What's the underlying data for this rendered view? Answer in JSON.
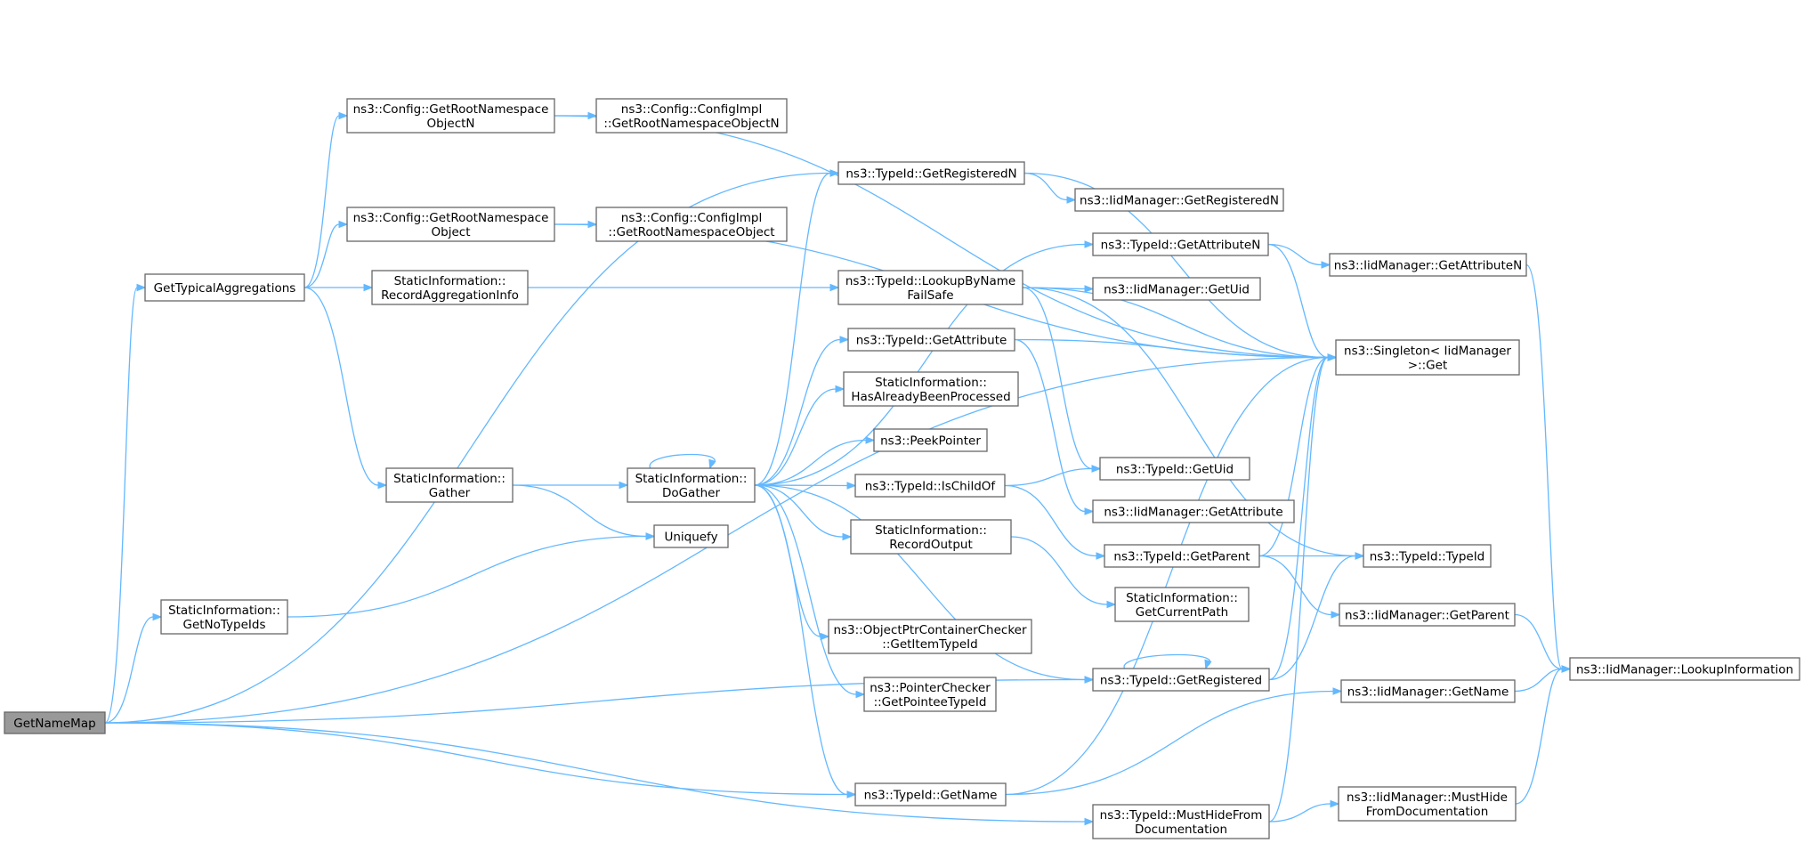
{
  "nodes": [
    {
      "id": "getnamemap",
      "lines": [
        "GetNameMap"
      ],
      "root": true
    },
    {
      "id": "gettypicalaggregations",
      "lines": [
        "GetTypicalAggregations"
      ]
    },
    {
      "id": "config-getrootnamespaceobjectn",
      "lines": [
        "ns3::Config::GetRootNamespace",
        "ObjectN"
      ]
    },
    {
      "id": "configimpl-getrootnamespaceobjectn",
      "lines": [
        "ns3::Config::ConfigImpl",
        "::GetRootNamespaceObjectN"
      ]
    },
    {
      "id": "config-getrootnamespaceobject",
      "lines": [
        "ns3::Config::GetRootNamespace",
        "Object"
      ]
    },
    {
      "id": "configimpl-getrootnamespaceobject",
      "lines": [
        "ns3::Config::ConfigImpl",
        "::GetRootNamespaceObject"
      ]
    },
    {
      "id": "staticinformation-recordaggregationinfo",
      "lines": [
        "StaticInformation::",
        "RecordAggregationInfo"
      ]
    },
    {
      "id": "staticinformation-gather",
      "lines": [
        "StaticInformation::",
        "Gather"
      ]
    },
    {
      "id": "staticinformation-dogather",
      "lines": [
        "StaticInformation::",
        "DoGather"
      ]
    },
    {
      "id": "uniquefy",
      "lines": [
        "Uniquefy"
      ]
    },
    {
      "id": "staticinformation-getnotypeids",
      "lines": [
        "StaticInformation::",
        "GetNoTypeIds"
      ]
    },
    {
      "id": "typeid-getregisteredn",
      "lines": [
        "ns3::TypeId::GetRegisteredN"
      ]
    },
    {
      "id": "iidmanager-getregisteredn",
      "lines": [
        "ns3::IidManager::GetRegisteredN"
      ]
    },
    {
      "id": "typeid-getattributen",
      "lines": [
        "ns3::TypeId::GetAttributeN"
      ]
    },
    {
      "id": "iidmanager-getattributen",
      "lines": [
        "ns3::IidManager::GetAttributeN"
      ]
    },
    {
      "id": "typeid-lookupbynamefailsafe",
      "lines": [
        "ns3::TypeId::LookupByName",
        "FailSafe"
      ]
    },
    {
      "id": "iidmanager-getuid",
      "lines": [
        "ns3::IidManager::GetUid"
      ]
    },
    {
      "id": "typeid-getattribute",
      "lines": [
        "ns3::TypeId::GetAttribute"
      ]
    },
    {
      "id": "singleton-iidmanager-get",
      "lines": [
        "ns3::Singleton< IidManager",
        ">::Get"
      ]
    },
    {
      "id": "staticinformation-hasalreadybeenprocessed",
      "lines": [
        "StaticInformation::",
        "HasAlreadyBeenProcessed"
      ]
    },
    {
      "id": "peekpointer",
      "lines": [
        "ns3::PeekPointer"
      ]
    },
    {
      "id": "typeid-ischildof",
      "lines": [
        "ns3::TypeId::IsChildOf"
      ]
    },
    {
      "id": "typeid-getuid",
      "lines": [
        "ns3::TypeId::GetUid"
      ]
    },
    {
      "id": "iidmanager-getattribute",
      "lines": [
        "ns3::IidManager::GetAttribute"
      ]
    },
    {
      "id": "staticinformation-recordoutput",
      "lines": [
        "StaticInformation::",
        "RecordOutput"
      ]
    },
    {
      "id": "typeid-getparent",
      "lines": [
        "ns3::TypeId::GetParent"
      ]
    },
    {
      "id": "typeid-typeid",
      "lines": [
        "ns3::TypeId::TypeId"
      ]
    },
    {
      "id": "staticinformation-getcurrentpath",
      "lines": [
        "StaticInformation::",
        "GetCurrentPath"
      ]
    },
    {
      "id": "iidmanager-getparent",
      "lines": [
        "ns3::IidManager::GetParent"
      ]
    },
    {
      "id": "objectptrcontainerchecker-getitemtypeid",
      "lines": [
        "ns3::ObjectPtrContainerChecker",
        "::GetItemTypeId"
      ]
    },
    {
      "id": "pointerchecker-getpointeetypeid",
      "lines": [
        "ns3::PointerChecker",
        "::GetPointeeTypeId"
      ]
    },
    {
      "id": "typeid-getregistered",
      "lines": [
        "ns3::TypeId::GetRegistered"
      ]
    },
    {
      "id": "iidmanager-lookupinformation",
      "lines": [
        "ns3::IidManager::LookupInformation"
      ]
    },
    {
      "id": "iidmanager-getname",
      "lines": [
        "ns3::IidManager::GetName"
      ]
    },
    {
      "id": "typeid-getname",
      "lines": [
        "ns3::TypeId::GetName"
      ]
    },
    {
      "id": "typeid-musthidefromdocumentation",
      "lines": [
        "ns3::TypeId::MustHideFrom",
        "Documentation"
      ]
    },
    {
      "id": "iidmanager-musthidefromdocumentation",
      "lines": [
        "ns3::IidManager::MustHide",
        "FromDocumentation"
      ]
    }
  ],
  "edges": [
    [
      "getnamemap",
      "gettypicalaggregations"
    ],
    [
      "getnamemap",
      "typeid-getregisteredn"
    ],
    [
      "getnamemap",
      "singleton-iidmanager-get"
    ],
    [
      "getnamemap",
      "staticinformation-getnotypeids"
    ],
    [
      "getnamemap",
      "typeid-getregistered"
    ],
    [
      "getnamemap",
      "typeid-getname"
    ],
    [
      "getnamemap",
      "typeid-musthidefromdocumentation"
    ],
    [
      "gettypicalaggregations",
      "config-getrootnamespaceobjectn"
    ],
    [
      "gettypicalaggregations",
      "config-getrootnamespaceobject"
    ],
    [
      "gettypicalaggregations",
      "staticinformation-recordaggregationinfo"
    ],
    [
      "gettypicalaggregations",
      "staticinformation-gather"
    ],
    [
      "config-getrootnamespaceobjectn",
      "configimpl-getrootnamespaceobjectn"
    ],
    [
      "config-getrootnamespaceobjectn",
      "singleton-iidmanager-get"
    ],
    [
      "config-getrootnamespaceobject",
      "configimpl-getrootnamespaceobject"
    ],
    [
      "config-getrootnamespaceobject",
      "singleton-iidmanager-get"
    ],
    [
      "staticinformation-recordaggregationinfo",
      "typeid-lookupbynamefailsafe"
    ],
    [
      "staticinformation-gather",
      "staticinformation-dogather"
    ],
    [
      "staticinformation-gather",
      "uniquefy"
    ],
    [
      "staticinformation-getnotypeids",
      "uniquefy"
    ],
    [
      "staticinformation-dogather",
      "staticinformation-dogather"
    ],
    [
      "staticinformation-dogather",
      "typeid-getregisteredn"
    ],
    [
      "staticinformation-dogather",
      "typeid-getattributen"
    ],
    [
      "staticinformation-dogather",
      "typeid-getattribute"
    ],
    [
      "staticinformation-dogather",
      "staticinformation-hasalreadybeenprocessed"
    ],
    [
      "staticinformation-dogather",
      "peekpointer"
    ],
    [
      "staticinformation-dogather",
      "typeid-ischildof"
    ],
    [
      "staticinformation-dogather",
      "staticinformation-recordoutput"
    ],
    [
      "staticinformation-dogather",
      "objectptrcontainerchecker-getitemtypeid"
    ],
    [
      "staticinformation-dogather",
      "pointerchecker-getpointeetypeid"
    ],
    [
      "staticinformation-dogather",
      "typeid-getregistered"
    ],
    [
      "staticinformation-dogather",
      "typeid-getname"
    ],
    [
      "typeid-getregisteredn",
      "iidmanager-getregisteredn"
    ],
    [
      "typeid-getregisteredn",
      "singleton-iidmanager-get"
    ],
    [
      "typeid-getattributen",
      "iidmanager-getattributen"
    ],
    [
      "typeid-getattributen",
      "singleton-iidmanager-get"
    ],
    [
      "iidmanager-getattributen",
      "iidmanager-lookupinformation"
    ],
    [
      "typeid-lookupbynamefailsafe",
      "iidmanager-getuid"
    ],
    [
      "typeid-lookupbynamefailsafe",
      "singleton-iidmanager-get"
    ],
    [
      "typeid-lookupbynamefailsafe",
      "typeid-getuid"
    ],
    [
      "typeid-lookupbynamefailsafe",
      "typeid-typeid"
    ],
    [
      "typeid-getattribute",
      "singleton-iidmanager-get"
    ],
    [
      "typeid-getattribute",
      "iidmanager-getattribute"
    ],
    [
      "typeid-ischildof",
      "typeid-getuid"
    ],
    [
      "typeid-ischildof",
      "typeid-getparent"
    ],
    [
      "typeid-getparent",
      "singleton-iidmanager-get"
    ],
    [
      "typeid-getparent",
      "typeid-typeid"
    ],
    [
      "typeid-getparent",
      "iidmanager-getparent"
    ],
    [
      "staticinformation-recordoutput",
      "staticinformation-getcurrentpath"
    ],
    [
      "iidmanager-getparent",
      "iidmanager-lookupinformation"
    ],
    [
      "typeid-getregistered",
      "typeid-getregistered"
    ],
    [
      "typeid-getregistered",
      "singleton-iidmanager-get"
    ],
    [
      "typeid-getregistered",
      "typeid-typeid"
    ],
    [
      "iidmanager-getname",
      "iidmanager-lookupinformation"
    ],
    [
      "typeid-getname",
      "singleton-iidmanager-get"
    ],
    [
      "typeid-getname",
      "iidmanager-getname"
    ],
    [
      "typeid-musthidefromdocumentation",
      "singleton-iidmanager-get"
    ],
    [
      "typeid-musthidefromdocumentation",
      "iidmanager-musthidefromdocumentation"
    ],
    [
      "iidmanager-musthidefromdocumentation",
      "iidmanager-lookupinformation"
    ]
  ]
}
